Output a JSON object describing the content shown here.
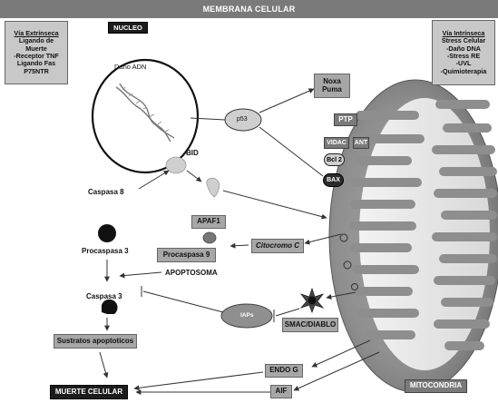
{
  "banner": {
    "title": "MEMBRANA CELULAR"
  },
  "nucleo": {
    "label": "NUCLEO",
    "dano_adn": "Daño ADN"
  },
  "extrinsic": {
    "title": "Vía Extrínseca",
    "lines": [
      "Ligando de",
      "Muerte",
      "-Receptor TNF",
      "Ligando Fas",
      "P75NTR"
    ]
  },
  "intrinsic": {
    "title": "Vía Intrínseca",
    "lines": [
      "Stress Celular",
      "-Daño DNA",
      "-Stress RE",
      "-UVL",
      "-Quimioterapia"
    ]
  },
  "nodes": {
    "p53": "p53",
    "noxa_puma": [
      "Noxa",
      "Puma"
    ],
    "ptp": "PTP",
    "vidac": "VIDAC",
    "ant": "ANT",
    "bcl2": "Bcl 2",
    "bax": "BAX",
    "bid": "BID",
    "caspasa8": "Caspasa 8",
    "apaf1": "APAF1",
    "citocromo": "Citocromo C",
    "procaspasa9": "Procaspasa 9",
    "procaspasa3": "Procaspasa 3",
    "apoptosoma": "APOPTOSOMA",
    "caspasa3": "Caspasa 3",
    "iaps": "IAPs",
    "smac": "SMAC/DIABLO",
    "sustratos": "Sustratos apoptoticos",
    "endo_g": "ENDO G",
    "aif": "AIF",
    "muerte": "MUERTE CELULAR",
    "mitocondria": "MITOCONDRIA"
  },
  "colors": {
    "banner": "#7a7a7a",
    "box": "#a7a7a7",
    "dark": "#1c1c1c",
    "mito_outer": "#8a8a8a"
  }
}
